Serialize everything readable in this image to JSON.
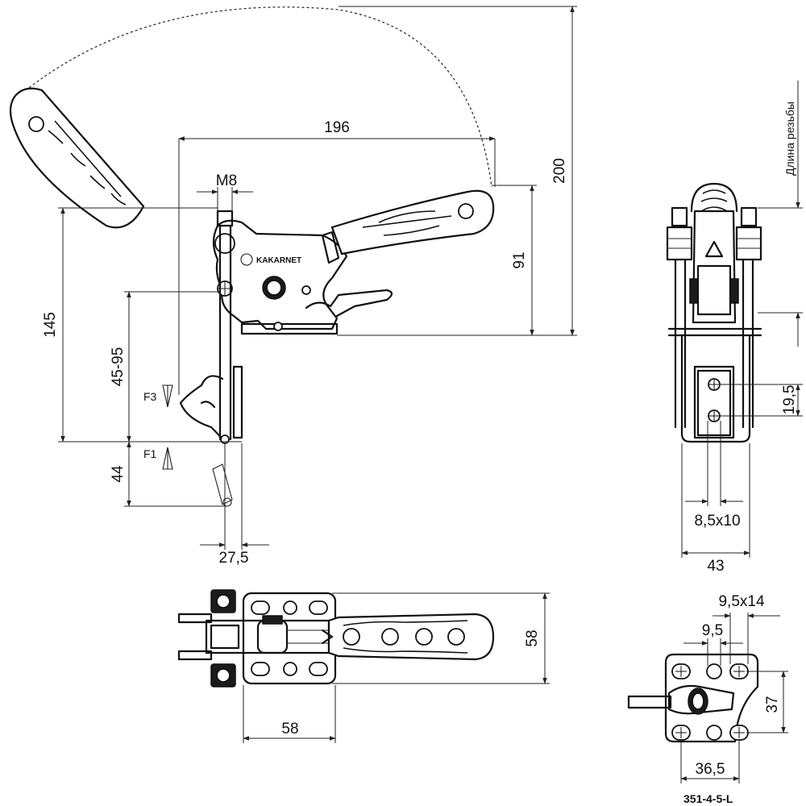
{
  "brand": "KAKARNET",
  "part_number": "351-4-5-L",
  "side_view": {
    "dim_overall_length": "196",
    "dim_thread": "M8",
    "dim_height_total": "200",
    "dim_height_handle": "91",
    "dim_height_145": "145",
    "dim_range": "45-95",
    "dim_44": "44",
    "dim_27_5": "27,5",
    "force_f3": "F3",
    "force_f1": "F1"
  },
  "end_view": {
    "thread_length_label": "Длина резьбы",
    "dim_19_5": "19,5",
    "dim_slot": "8,5x10",
    "dim_43": "43"
  },
  "top_view": {
    "dim_58_height": "58",
    "dim_58_width": "58"
  },
  "base_view": {
    "dim_slot": "9,5x14",
    "dim_9_5": "9,5",
    "dim_37": "37",
    "dim_36_5": "36,5"
  }
}
